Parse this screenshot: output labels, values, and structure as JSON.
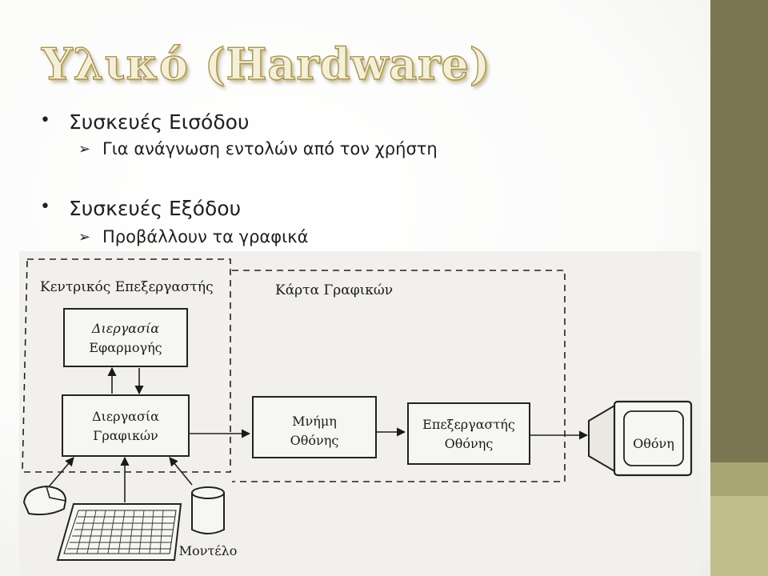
{
  "slide": {
    "title": "Υλικό (Hardware)",
    "bullets": [
      {
        "text": "Συσκευές Εισόδου",
        "sub": "Για ανάγνωση εντολών από τον χρήστη"
      },
      {
        "text": "Συσκευές Εξόδου",
        "sub": "Προβάλλουν τα γραφικά"
      }
    ],
    "bullet_symbol": "•",
    "sub_bullet_symbol": "➢"
  },
  "diagram": {
    "cpu_label": "Κεντρικός Επεξεργαστής",
    "graphics_card_label": "Κάρτα Γραφικών",
    "app_process": [
      "Διεργασία",
      "Εφαρμογής"
    ],
    "graphics_process": [
      "Διεργασία",
      "Γραφικών"
    ],
    "screen_memory": [
      "Μνήμη",
      "Οθόνης"
    ],
    "screen_processor": [
      "Επεξεργαστής",
      "Οθόνης"
    ],
    "monitor_label": "Οθόνη",
    "model_label": "Μοντέλο"
  },
  "colors": {
    "title_fill": "#f4f0d8",
    "title_outline": "#a79455",
    "band_dark": "#7a7652",
    "band_light": "#c2be8c"
  }
}
